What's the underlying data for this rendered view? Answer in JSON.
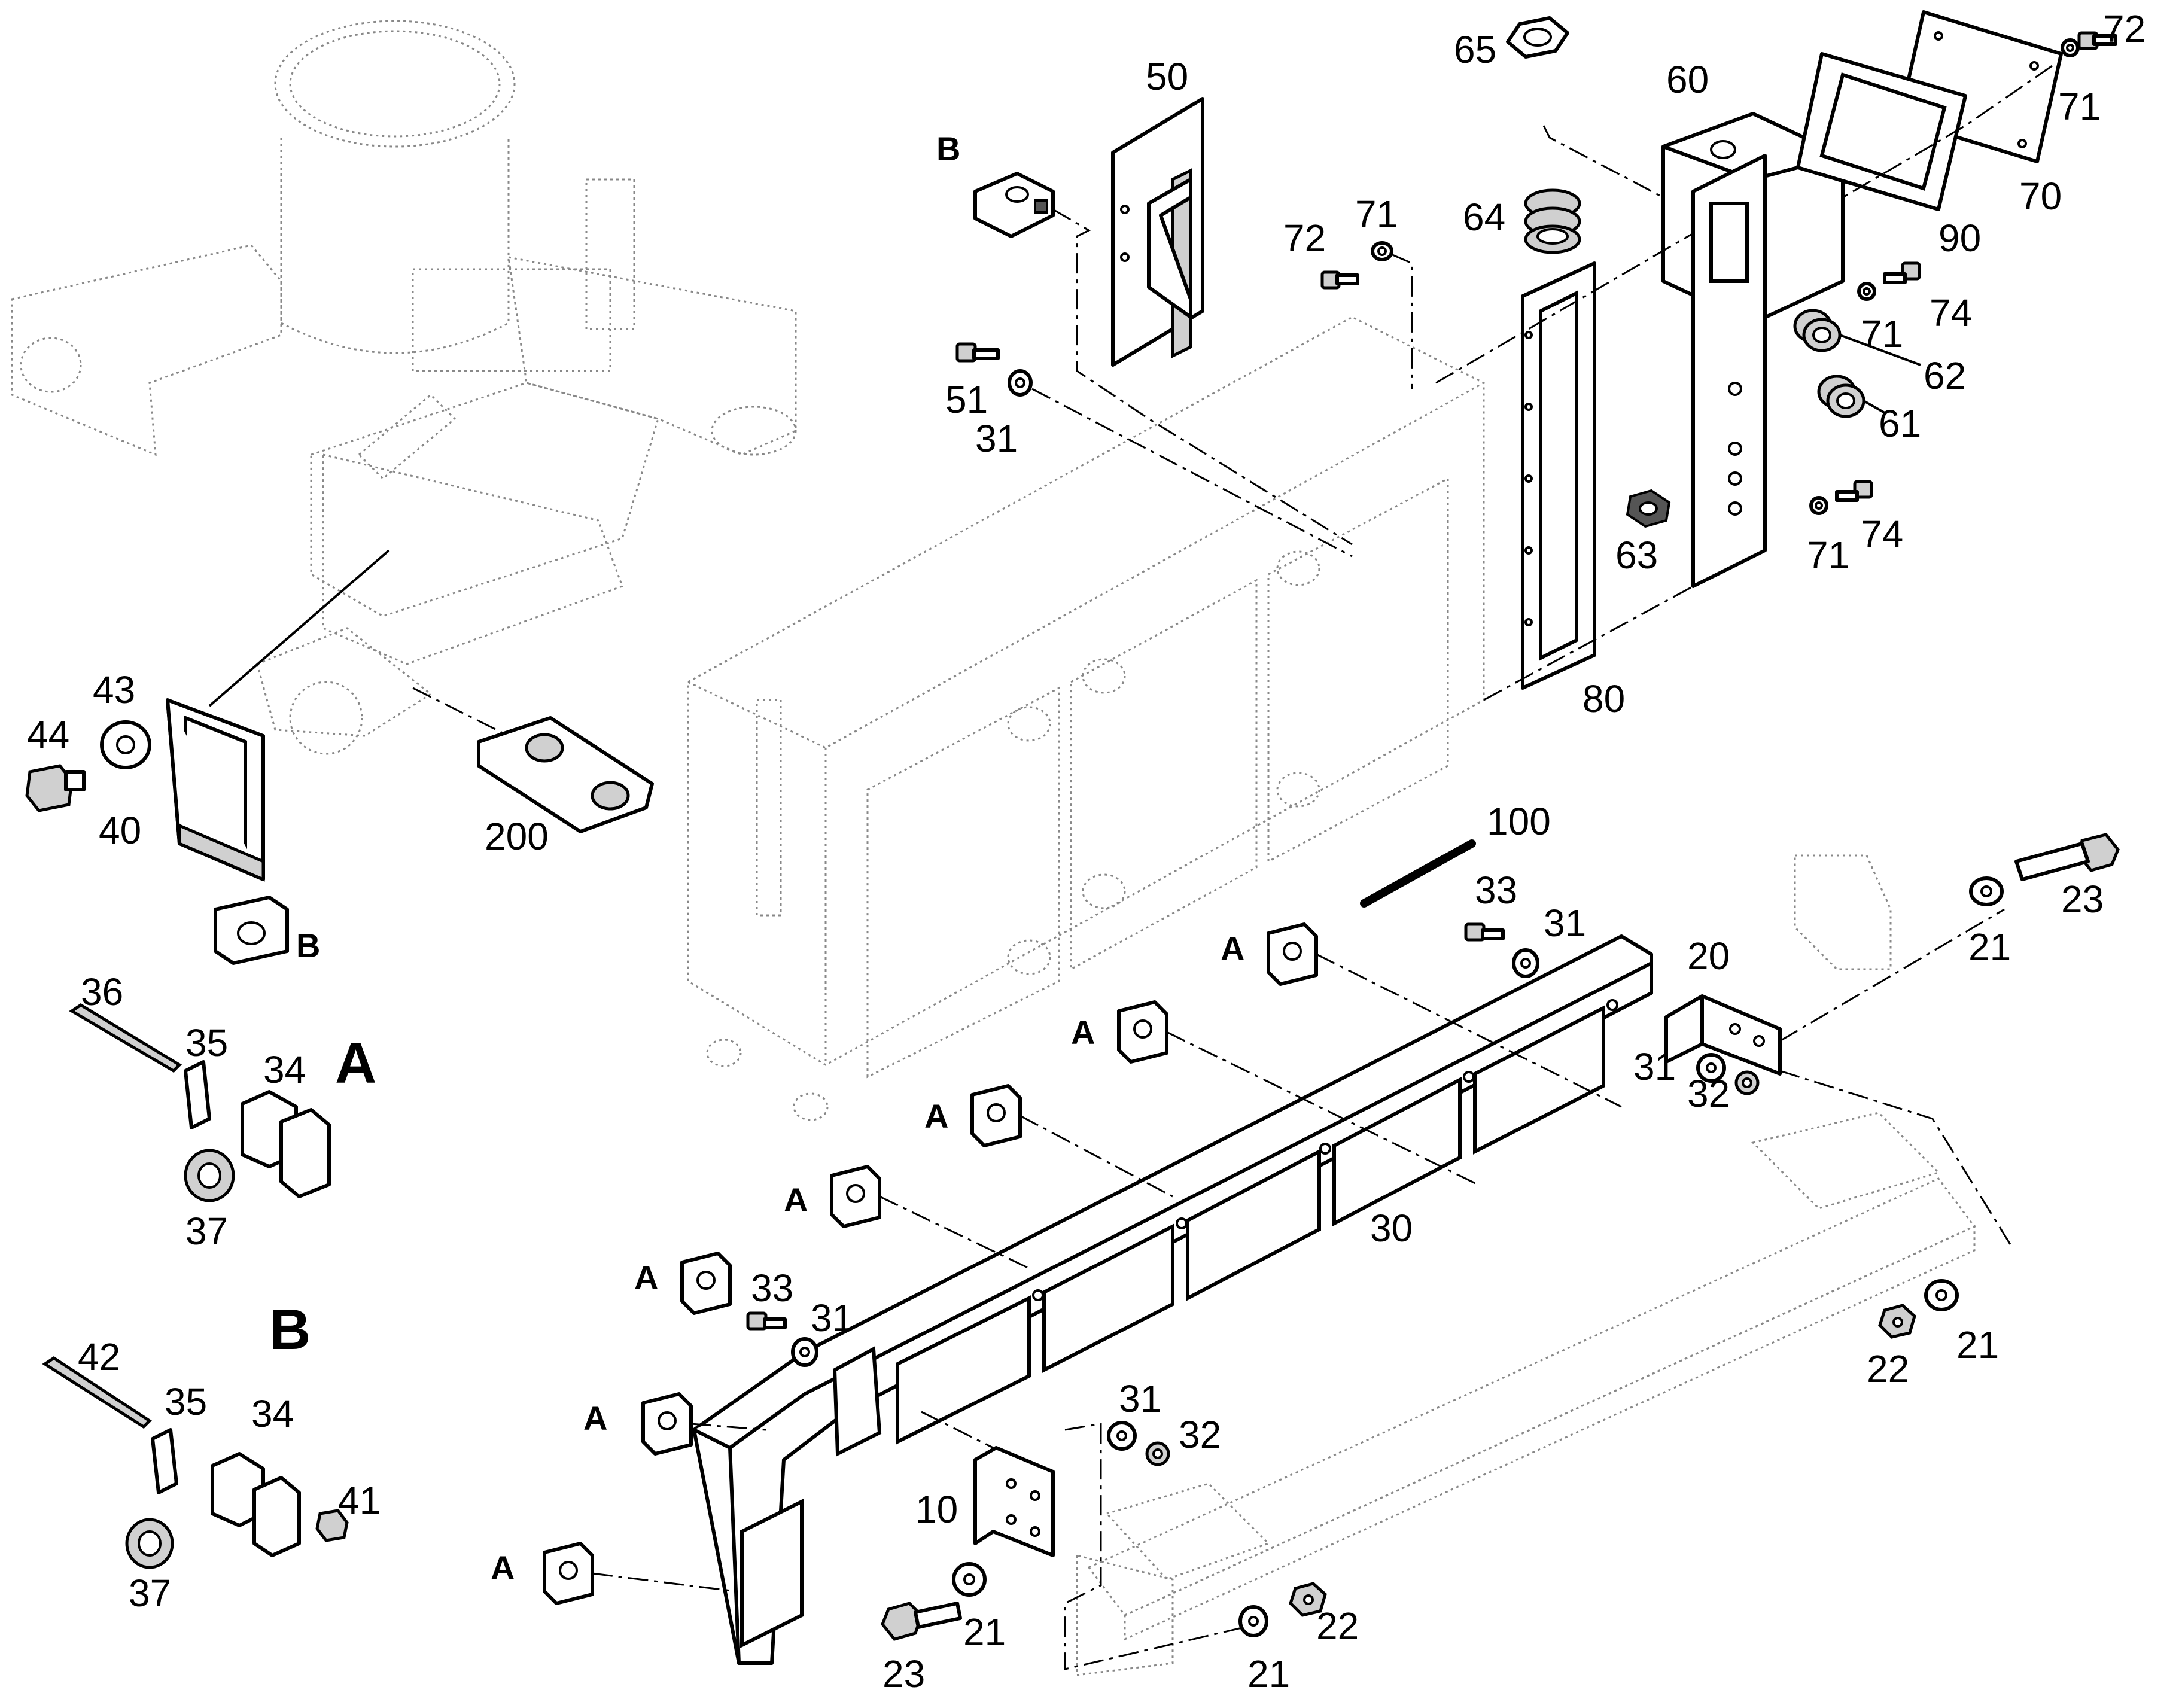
{
  "labels": {
    "l50": "50",
    "l65": "65",
    "l60": "60",
    "l72a": "72",
    "l71a": "71",
    "l70": "70",
    "lB1": "B",
    "l64": "64",
    "l90": "90",
    "l72b": "72",
    "l71b": "71",
    "l74a": "74",
    "l71c": "71",
    "l62": "62",
    "l61": "61",
    "l51": "51",
    "l31a": "31",
    "l63": "63",
    "l74b": "74",
    "l71d": "71",
    "l80": "80",
    "l44": "44",
    "l43": "43",
    "l40": "40",
    "l200": "200",
    "lB2": "B",
    "l100": "100",
    "l33a": "33",
    "l31b": "31",
    "l23a": "23",
    "l21a": "21",
    "l20": "20",
    "lA1": "A",
    "lA2": "A",
    "lA3": "A",
    "lA4": "A",
    "lA5": "A",
    "lA6": "A",
    "lA7": "A",
    "l31c": "31",
    "l32a": "32",
    "l36": "36",
    "l35a": "35",
    "l34a": "34",
    "lAbig": "A",
    "l37a": "37",
    "l30": "30",
    "l33b": "33",
    "l31d": "31",
    "l22a": "22",
    "l21b": "21",
    "lBbig": "B",
    "l42": "42",
    "l35b": "35",
    "l34b": "34",
    "l41": "41",
    "l37b": "37",
    "l31e": "31",
    "l32b": "32",
    "l10": "10",
    "l23b": "23",
    "l21c": "21",
    "l21d": "21",
    "l22b": "22"
  }
}
